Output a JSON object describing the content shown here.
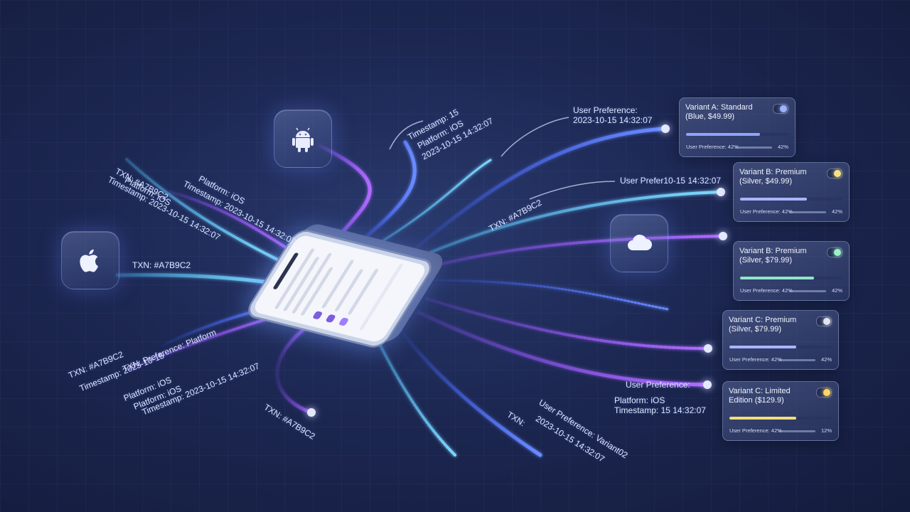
{
  "colors": {
    "background": "#1c2752",
    "stream_blue": "#4f7bff",
    "stream_purple": "#a259ff",
    "stream_cyan": "#4fc3ff",
    "toggle_blue": "#9fb2ff",
    "toggle_yellow": "#f5e08a",
    "toggle_green": "#9ef0c8",
    "toggle_white": "#e0e4f0",
    "toggle_gold": "#ffd766"
  },
  "platforms": [
    {
      "icon": "android-icon"
    },
    {
      "icon": "apple-icon"
    },
    {
      "icon": "cloud-icon"
    }
  ],
  "labels": {
    "txn_apple": "TXN: #A7B9C2",
    "txn_left_top": "TXN: #A7B9C2",
    "platform_left_top": "Platform: iOS",
    "timestamp_left_top": "Timestamp: 2023-10-15 14:32:07",
    "platform_left_top2": "Platform: iOS",
    "timestamp_left_top2": "Timestamp: 2023-10-15 14:32:07",
    "timestamp_top": "Timestamp: 15",
    "platform_top": "Platform: iOS",
    "date_top": "2023-10-15 14:32:07",
    "user_pref_top": "User Preference:",
    "user_pref_top_ts": "2023-10-15 14:32:07",
    "user_pref_mid": "User Prefer10-15 14:32:07",
    "txn_mid": "TXN: #A7B9C2",
    "txn_bottom_left": "TXN: #A7B9C2",
    "timestamp_bottom_left": "Timestamp: 2023-10-15",
    "pref_bottom_left": "TXN: Preference: Platform",
    "platform_bottom_left": "Platform: iOS",
    "platform_bottom_left2": "Platform: iOS",
    "timestamp_bottom_left2": "Timestamp: 2023-10-15 14:32:07",
    "txn_bottom": "TXN: #A7B9C2",
    "txn_bottom_right": "TXN:",
    "user_pref_bottom_right": "User Preference: Variant02",
    "ts_bottom_right": "2023-10-15 14:32:07",
    "user_pref_right": "User Preference:",
    "platform_right": "Platform: iOS",
    "timestamp_right": "Timestamp: 15 14:32:07"
  },
  "variants": [
    {
      "title": "Variant A: Standard (Blue, $49.99)",
      "pref_label": "User Preference: 42%",
      "pref_value": "42%",
      "fill": 0.72,
      "color": "#8fa2ff",
      "knob": "#9fb2ff"
    },
    {
      "title": "Variant B: Premium (Silver, $49.99)",
      "pref_label": "User Preference: 42%",
      "pref_value": "42%",
      "fill": 0.65,
      "color": "#a9b6ff",
      "knob": "#f5e08a"
    },
    {
      "title": "Variant B: Premium (Silver, $79.99)",
      "pref_label": "User Preference: 42%",
      "pref_value": "42%",
      "fill": 0.72,
      "color": "#8fe6c8",
      "knob": "#9ef0c8"
    },
    {
      "title": "Variant C: Premium (Silver, $79.99)",
      "pref_label": "User Preference: 42%",
      "pref_value": "42%",
      "fill": 0.65,
      "color": "#a9b6ff",
      "knob": "#e0e4f0"
    },
    {
      "title": "Variant C: Limited Edition ($129.9)",
      "pref_label": "User Preference: 42%",
      "pref_value": "12%",
      "fill": 0.65,
      "color": "#f2dd7a",
      "knob": "#ffd766"
    }
  ]
}
